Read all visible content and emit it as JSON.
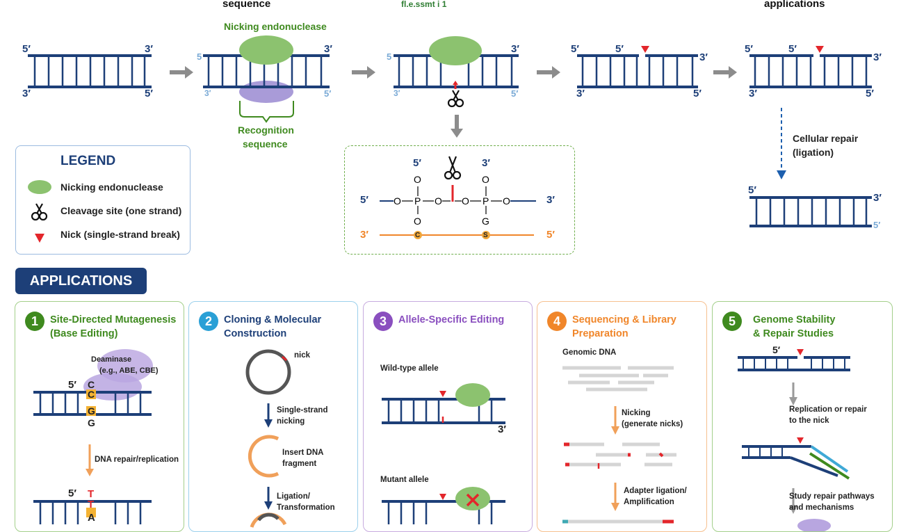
{
  "top_headers": {
    "left": "sequence",
    "middle": "fl.e.ssmt i 1",
    "right": "applications"
  },
  "stage1": {
    "p5_top": "5′",
    "p3_top": "3′",
    "p3_bot": "3′",
    "p5_bot": "5′"
  },
  "stage2": {
    "enzyme_label": "Nicking endonuclease",
    "p5_top": "5",
    "p3_top": "3′",
    "p3_bot": "3′",
    "p5_bot": "5′",
    "recognition_line1": "Recognition",
    "recognition_line2": "sequence"
  },
  "stage3": {
    "p5_top": "5",
    "p3_top": "3′",
    "p3_bot": "3′",
    "p5_bot": "5′"
  },
  "stage4": {
    "p5_top_left": "5′",
    "p5_top_mid": "5′",
    "p3_top_right": "3′",
    "p3_bot": "3′",
    "p5_bot": "5′"
  },
  "stage5": {
    "p5_top_left": "5′",
    "p5_top_mid": "5′",
    "p3_top_right": "3′",
    "p3_bot": "3′",
    "p5_bot": "5′",
    "repair_line1": "Cellular repair",
    "repair_line2": "(ligation)"
  },
  "stage6": {
    "p5_top": "5′",
    "p3_top": "3′",
    "p3_bot": "3′",
    "p5_bot": "5′"
  },
  "legend": {
    "title": "LEGEND",
    "items": [
      {
        "icon": "green-oval-icon",
        "label": "Nicking endonuclease"
      },
      {
        "icon": "scissors-icon",
        "label": "Cleavage site (one strand)"
      },
      {
        "icon": "red-triangle-icon",
        "label": "Nick (single-strand break)"
      }
    ]
  },
  "zoom": {
    "p5_top": "5′",
    "p3_top": "3′",
    "p5_left": "5′",
    "p3_right": "3′",
    "p3_left": "3′",
    "p5_right": "5′",
    "O": "O",
    "P": "P",
    "G": "G",
    "base_c": "C",
    "base_s": "S"
  },
  "applications": {
    "title": "APPLICATIONS",
    "cards": [
      {
        "num": "1",
        "color": "#3f8a1f",
        "title_line1": "Site-Directed Mutagenesis",
        "title_line2": "(Base Editing)",
        "deaminase_line1": "Deaminase",
        "deaminase_line2": "(e.g., ABE, CBE)",
        "p5a": "5′",
        "bases_top": [
          "C",
          "C",
          "G",
          "G"
        ],
        "step": "DNA repair/replication",
        "p5b": "5′",
        "bases_bot": [
          "T",
          "T",
          "A"
        ]
      },
      {
        "num": "2",
        "color": "#2aa0d6",
        "title_line1": "Cloning & Molecular",
        "title_line2": "Construction",
        "nick": "nick",
        "step1_line1": "Single-strand",
        "step1_line2": "nicking",
        "step2_line1": "Insert DNA",
        "step2_line2": "fragment",
        "step3_line1": "Ligation/",
        "step3_line2": "Transformation"
      },
      {
        "num": "3",
        "color": "#8a4fbf",
        "title_line1": "Allele-Specific Editing",
        "title_line2": "",
        "wt": "Wild-type allele",
        "p3": "3′",
        "mut": "Mutant allele"
      },
      {
        "num": "4",
        "color": "#f0862a",
        "title_line1": "Sequencing & Library",
        "title_line2": "Preparation",
        "genomic": "Genomic DNA",
        "step1_line1": "Nicking",
        "step1_line2": "(generate nicks)",
        "step2_line1": "Adapter ligation/",
        "step2_line2": "Amplification"
      },
      {
        "num": "5",
        "color": "#3f8a1f",
        "title_line1": "Genome Stability",
        "title_line2": "& Repair Studies",
        "p5": "5′",
        "step1_line1": "Replication or repair",
        "step1_line2": "to the nick",
        "step2_line1": "Study repair pathways",
        "step2_line2": "and mechanisms"
      }
    ]
  },
  "colors": {
    "navy": "#1d3f78",
    "green_oval": "#8cc26f",
    "purple_oval": "#a99bd8",
    "red": "#e3262b",
    "orange": "#f0862a",
    "gray_arrow": "#8c8c8c"
  }
}
